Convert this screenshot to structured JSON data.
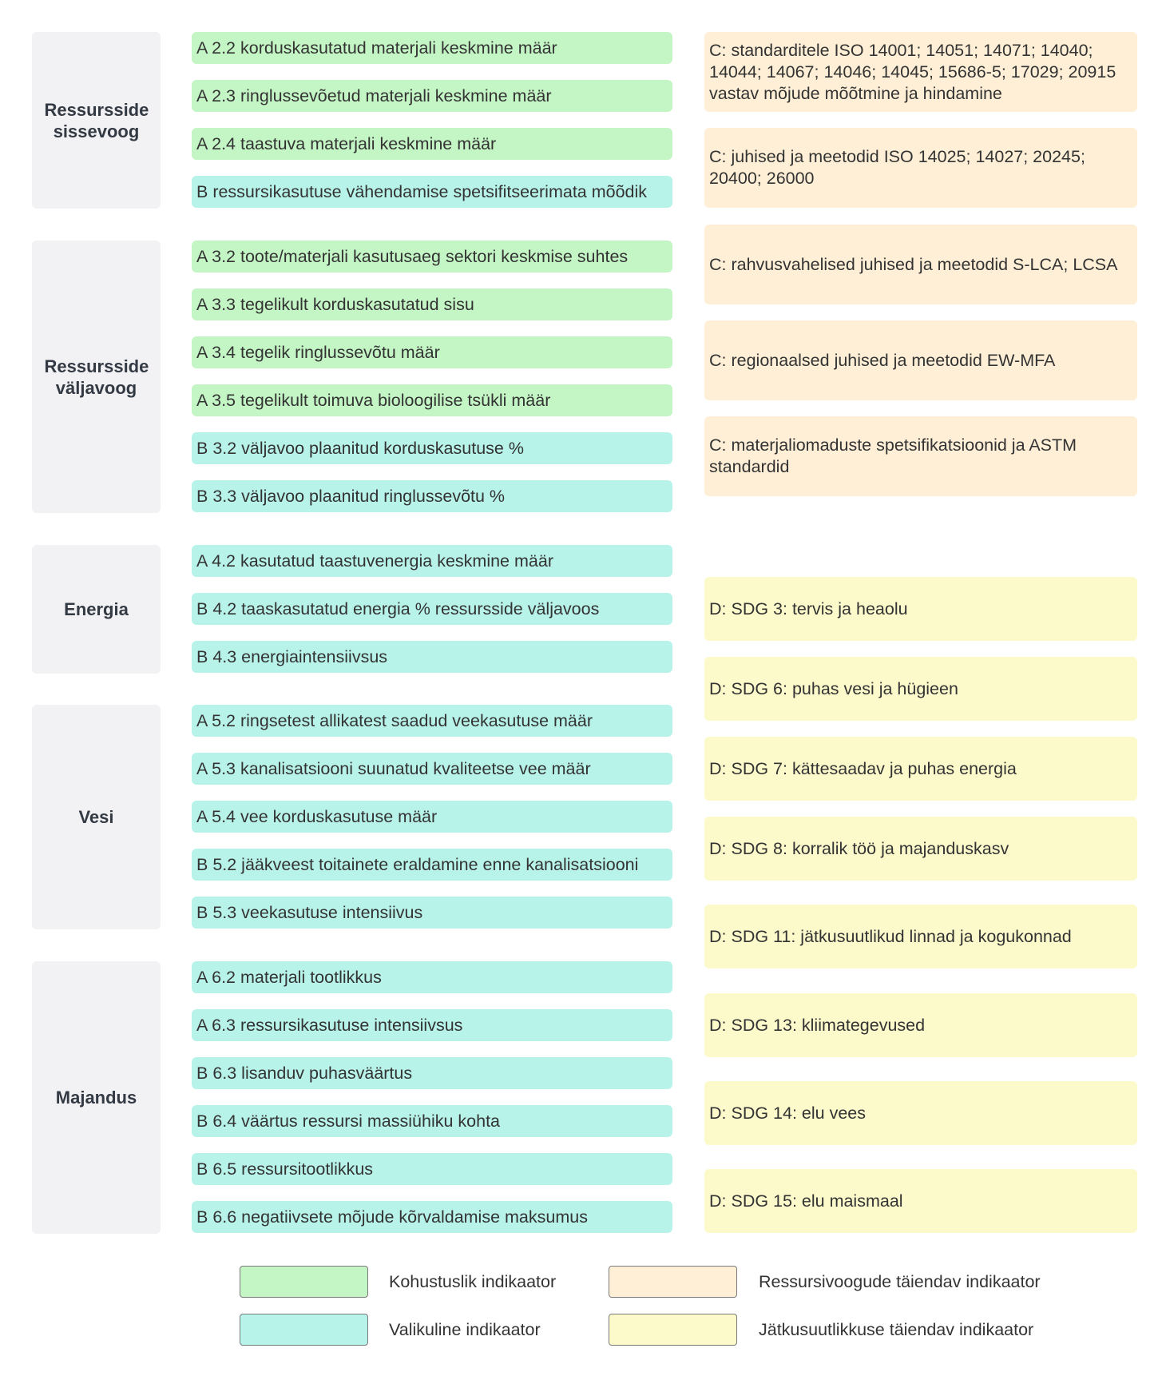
{
  "categories": [
    {
      "label": "Ressursside sissevoog"
    },
    {
      "label": "Ressursside väljavoog"
    },
    {
      "label": "Energia"
    },
    {
      "label": "Vesi"
    },
    {
      "label": "Majandus"
    }
  ],
  "indicators": [
    {
      "label": "A 2.2 korduskasutatud materjali keskmine määr",
      "kind": "Kohustuslik"
    },
    {
      "label": "A 2.3 ringlussevõetud materjali keskmine määr",
      "kind": "Kohustuslik"
    },
    {
      "label": "A 2.4 taastuva materjali keskmine määr",
      "kind": "Kohustuslik"
    },
    {
      "label": "B ressursikasutuse vähendamise spetsifitseerimata mõõdik",
      "kind": "Valikuline"
    },
    {
      "label": "A 3.2 toote/materjali kasutusaeg sektori keskmise suhtes",
      "kind": "Kohustuslik"
    },
    {
      "label": "A 3.3 tegelikult korduskasutatud sisu",
      "kind": "Kohustuslik"
    },
    {
      "label": "A 3.4 tegelik ringlussevõtu määr",
      "kind": "Kohustuslik"
    },
    {
      "label": "A 3.5 tegelikult toimuva bioloogilise tsükli määr",
      "kind": "Kohustuslik"
    },
    {
      "label": "B 3.2 väljavoo plaanitud korduskasutuse %",
      "kind": "Valikuline"
    },
    {
      "label": "B 3.3 väljavoo plaanitud ringlussevõtu %",
      "kind": "Valikuline"
    },
    {
      "label": "A 4.2 kasutatud taastuvenergia keskmine määr",
      "kind": "Valikuline"
    },
    {
      "label": "B 4.2 taaskasutatud energia % ressursside väljavoos",
      "kind": "Valikuline"
    },
    {
      "label": "B 4.3 energiaintensiivsus",
      "kind": "Valikuline"
    },
    {
      "label": "A 5.2 ringsetest allikatest saadud veekasutuse määr",
      "kind": "Valikuline"
    },
    {
      "label": "A 5.3 kanalisatsiooni suunatud kvaliteetse vee määr",
      "kind": "Valikuline"
    },
    {
      "label": "A 5.4 vee korduskasutuse määr",
      "kind": "Valikuline"
    },
    {
      "label": "B 5.2 jääkveest toitainete eraldamine enne kanalisatsiooni",
      "kind": "Valikuline"
    },
    {
      "label": "B 5.3 veekasutuse intensiivus",
      "kind": "Valikuline"
    },
    {
      "label": "A 6.2 materjali tootlikkus",
      "kind": "Valikuline"
    },
    {
      "label": "A 6.3 ressursikasutuse intensiivsus",
      "kind": "Valikuline"
    },
    {
      "label": "B 6.3 lisanduv puhasväärtus",
      "kind": "Valikuline"
    },
    {
      "label": "B 6.4 väärtus ressursi massiühiku kohta",
      "kind": "Valikuline"
    },
    {
      "label": "B 6.5 ressursitootlikkus",
      "kind": "Valikuline"
    },
    {
      "label": "B 6.6 negatiivsete mõjude kõrvaldamise maksumus",
      "kind": "Valikuline"
    }
  ],
  "supplementary": [
    {
      "label": "C: standarditele ISO 14001; 14051; 14071; 14040; 14044; 14067; 14046; 14045; 15686-5; 17029; 20915 vastav mõjude mõõtmine ja hindamine",
      "kind": "Ressursivoogude"
    },
    {
      "label": "C: juhised ja meetodid ISO 14025; 14027; 20245; 20400; 26000",
      "kind": "Ressursivoogude"
    },
    {
      "label": "C: rahvusvahelised juhised ja meetodid S-LCA; LCSA",
      "kind": "Ressursivoogude"
    },
    {
      "label": "C: regionaalsed juhised ja meetodid EW-MFA",
      "kind": "Ressursivoogude"
    },
    {
      "label": "C: materjaliomaduste spetsifikatsioonid ja ASTM standardid",
      "kind": "Ressursivoogude"
    },
    {
      "label": "D: SDG 3: tervis ja heaolu",
      "kind": "Jätkusuutlikkuse"
    },
    {
      "label": "D: SDG 6: puhas vesi ja hügieen",
      "kind": "Jätkusuutlikkuse"
    },
    {
      "label": "D: SDG 7: kättesaadav ja puhas energia",
      "kind": "Jätkusuutlikkuse"
    },
    {
      "label": "D: SDG 8: korralik töö ja majanduskasv",
      "kind": "Jätkusuutlikkuse"
    },
    {
      "label": "D: SDG 11: jätkusuutlikud linnad ja kogukonnad",
      "kind": "Jätkusuutlikkuse"
    },
    {
      "label": "D: SDG 13: kliimategevused",
      "kind": "Jätkusuutlikkuse"
    },
    {
      "label": "D: SDG 14: elu vees",
      "kind": "Jätkusuutlikkuse"
    },
    {
      "label": "D: SDG 15: elu maismaal",
      "kind": "Jätkusuutlikkuse"
    }
  ],
  "legend": [
    {
      "label": "Kohustuslik indikaator",
      "color": "#c4f5c5"
    },
    {
      "label": "Valikuline indikaator",
      "color": "#b8f3ea"
    },
    {
      "label": "Ressursivoogude täiendav indikaator",
      "color": "#feefd6"
    },
    {
      "label": "Jätkusuutlikkuse täiendav indikaator",
      "color": "#fcfacb"
    }
  ],
  "colors": {
    "mandatory": "#c4f5c5",
    "optional": "#b8f3ea",
    "resource_flow": "#feefd6",
    "sustainability": "#fcfacb",
    "category": "#f2f2f4"
  }
}
